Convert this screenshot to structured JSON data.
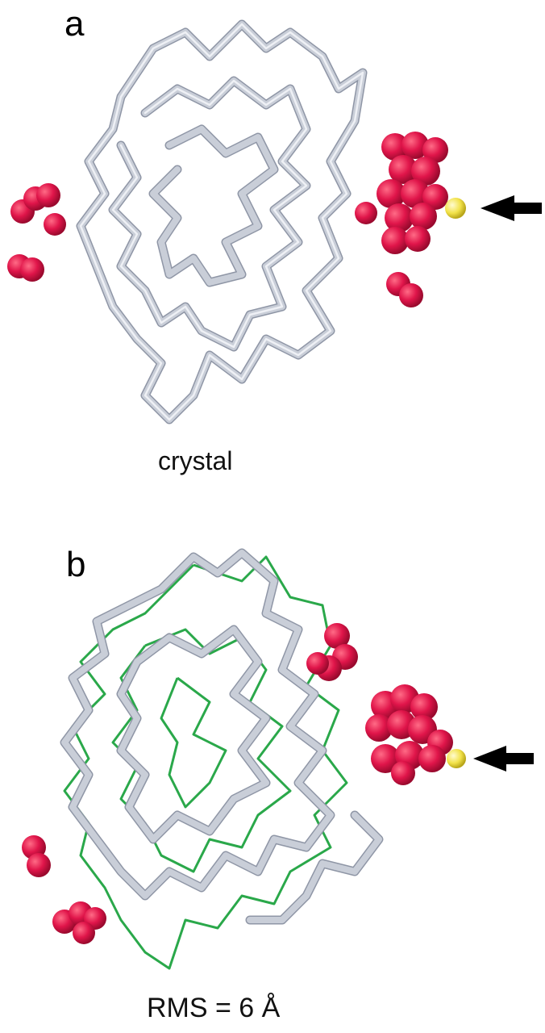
{
  "panels": [
    {
      "letter": "a",
      "caption": "crystal"
    },
    {
      "letter": "b",
      "caption": "RMS = 6 Å"
    }
  ],
  "colors": {
    "backbone": "#c9ced8",
    "backbone_shade": "#8f96a6",
    "trace_green": "#2aa84a",
    "ligand_red": "#e0154a",
    "marker_yellow": "#f2e24a",
    "arrow": "#000000"
  },
  "icons": [
    "arrow-left-icon"
  ]
}
